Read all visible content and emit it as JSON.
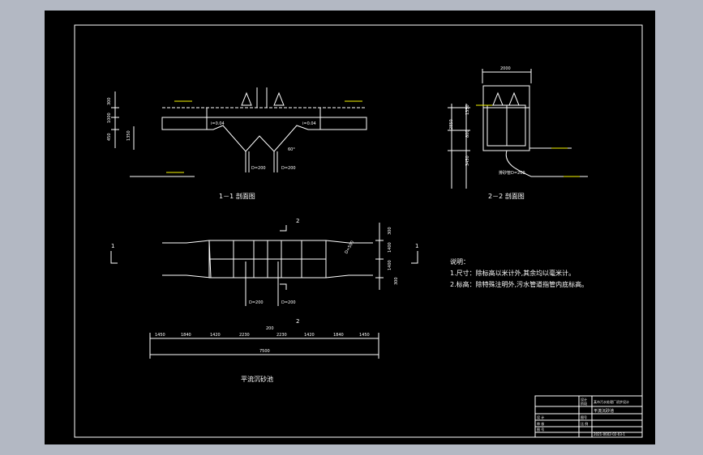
{
  "drawing": {
    "section_1_title": "1－1 剖面图",
    "section_2_title": "2－2 剖面图",
    "plan_title": "平流沉砂池",
    "section_mark_1": "1",
    "section_mark_2": "2",
    "notes_heading": "说明：",
    "notes": [
      "1.尺寸：除标高以米计外,其余均以毫米计。",
      "2.标高：除特殊注明外,污水管道指管内底标高。"
    ],
    "section1_dims": [
      "300",
      "1000",
      "450",
      "1350"
    ],
    "section1_labels": {
      "slope_left": "i=0.04",
      "slope_right": "i=0.04",
      "pipe_left": "D=200",
      "pipe_right": "D=200",
      "angle": "60°"
    },
    "section2_dims": {
      "top": "2000",
      "total_height": "2850",
      "parts": [
        "1350",
        "800",
        "3450"
      ],
      "pipe": "排砂管D=200"
    },
    "plan_dims": {
      "segments": [
        "1450",
        "1840",
        "1420",
        "2230",
        "2230",
        "1420",
        "1840",
        "1450"
      ],
      "middle": "200",
      "total": "7500",
      "right_dims": [
        "300",
        "1400",
        "1400",
        "300"
      ],
      "pipe_left": "D=200",
      "pipe_right": "D=200",
      "inlet": "D=500"
    },
    "title_block": {
      "r1": [
        "设计",
        "阶段"
      ],
      "r2": "某市污水处理厂初步设计",
      "r3": "平流沉砂池",
      "r4": [
        "设 计",
        "图号"
      ],
      "r5": [
        "审 核",
        "比 例"
      ],
      "r6": [
        "图 号",
        "2021-0602-02-03-1"
      ]
    }
  },
  "colors": {
    "background": "#b3b8c3",
    "sheet": "#000000",
    "line": "#ffffff",
    "annotation": "#f7f702",
    "cyan": "#1ec8dc"
  }
}
